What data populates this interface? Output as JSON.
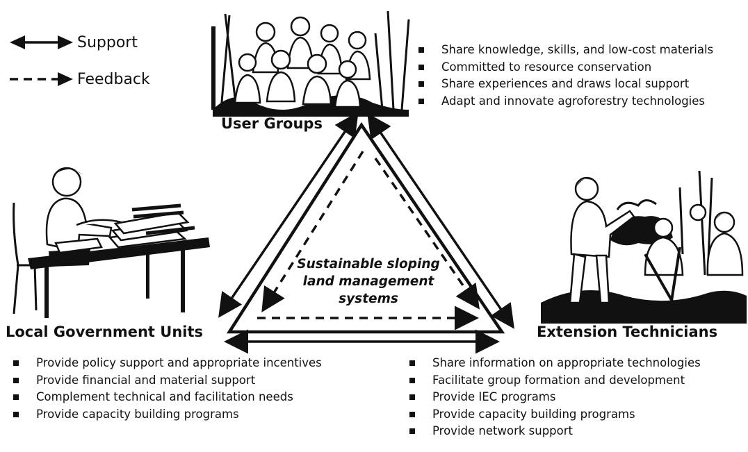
{
  "legend": {
    "support_label": "Support",
    "feedback_label": "Feedback"
  },
  "center": {
    "lines": [
      "Sustainable sloping",
      "land management",
      "systems"
    ]
  },
  "user_groups": {
    "title": "User Groups",
    "items": [
      "Share knowledge, skills, and low-cost materials",
      "Committed to resource conservation",
      "Share experiences and draws local support",
      "Adapt and innovate agroforestry technologies"
    ]
  },
  "local_government_units": {
    "title": "Local Government Units",
    "items": [
      "Provide policy support and appropriate incentives",
      "Provide financial and material support",
      "Complement technical and facilitation needs",
      "Provide capacity building programs"
    ]
  },
  "extension_technicians": {
    "title": "Extension Technicians",
    "items": [
      "Share information on appropriate technologies",
      "Facilitate group formation and development",
      "Provide IEC programs",
      "Provide capacity building programs",
      "Provide network support"
    ]
  },
  "colors": {
    "ink": "#111111",
    "background": "#ffffff"
  }
}
